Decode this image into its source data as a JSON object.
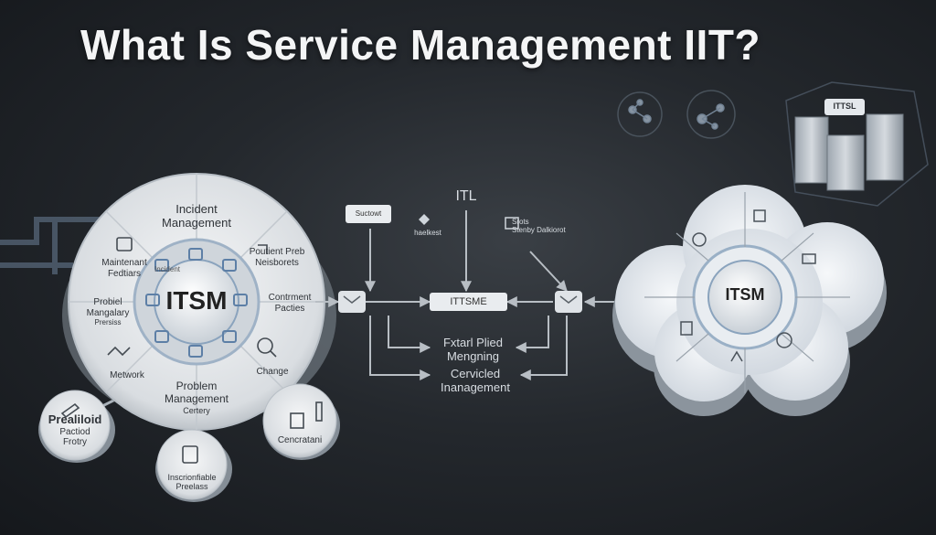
{
  "title": "What Is Service Management IIT?",
  "wheel": {
    "hub": "ITSM",
    "segments": [
      {
        "line1": "Incident",
        "line2": "Management"
      },
      {
        "line1": "Poutient Preb",
        "line2": "Neisborets"
      },
      {
        "line1": "Contrment",
        "line2": "Pacties"
      },
      {
        "line1": "Change",
        "line2": ""
      },
      {
        "line1": "Problem",
        "line2": "Management",
        "line3": "Certery"
      },
      {
        "line1": "Metwork",
        "line2": ""
      },
      {
        "line1": "Probiel",
        "line2": "Mangalary",
        "line3": "Prersiss"
      },
      {
        "line1": "Maintenant",
        "line2": "Fedtiars"
      }
    ],
    "inner": [
      "Incident"
    ]
  },
  "satellites": [
    {
      "line1": "Prealiloid",
      "line2": "Pactiod",
      "line3": "Frotry"
    },
    {
      "line1": "Inscrionfiable",
      "line2": "Preelass"
    },
    {
      "line1": "Cencratani"
    }
  ],
  "flow": {
    "center_box": "ITTSME",
    "top_label": "ITL",
    "left_small": "Suctowt",
    "mid_small": "haelkest",
    "right_small1": "Srots",
    "right_small2": "Stenby Dalkiorot",
    "bottom1_line1": "Fxtarl Plied",
    "bottom1_line2": "Mengning",
    "bottom2_line1": "Cervicled",
    "bottom2_line2": "Inanagement"
  },
  "servers": {
    "label": "ITTSL"
  },
  "cloud": {
    "hub": "ITSM"
  },
  "colors": {
    "background": "#24282d",
    "disc": "#e6e9ec",
    "accent_blue": "#6f8fb3",
    "arrow": "#b8bec4"
  }
}
